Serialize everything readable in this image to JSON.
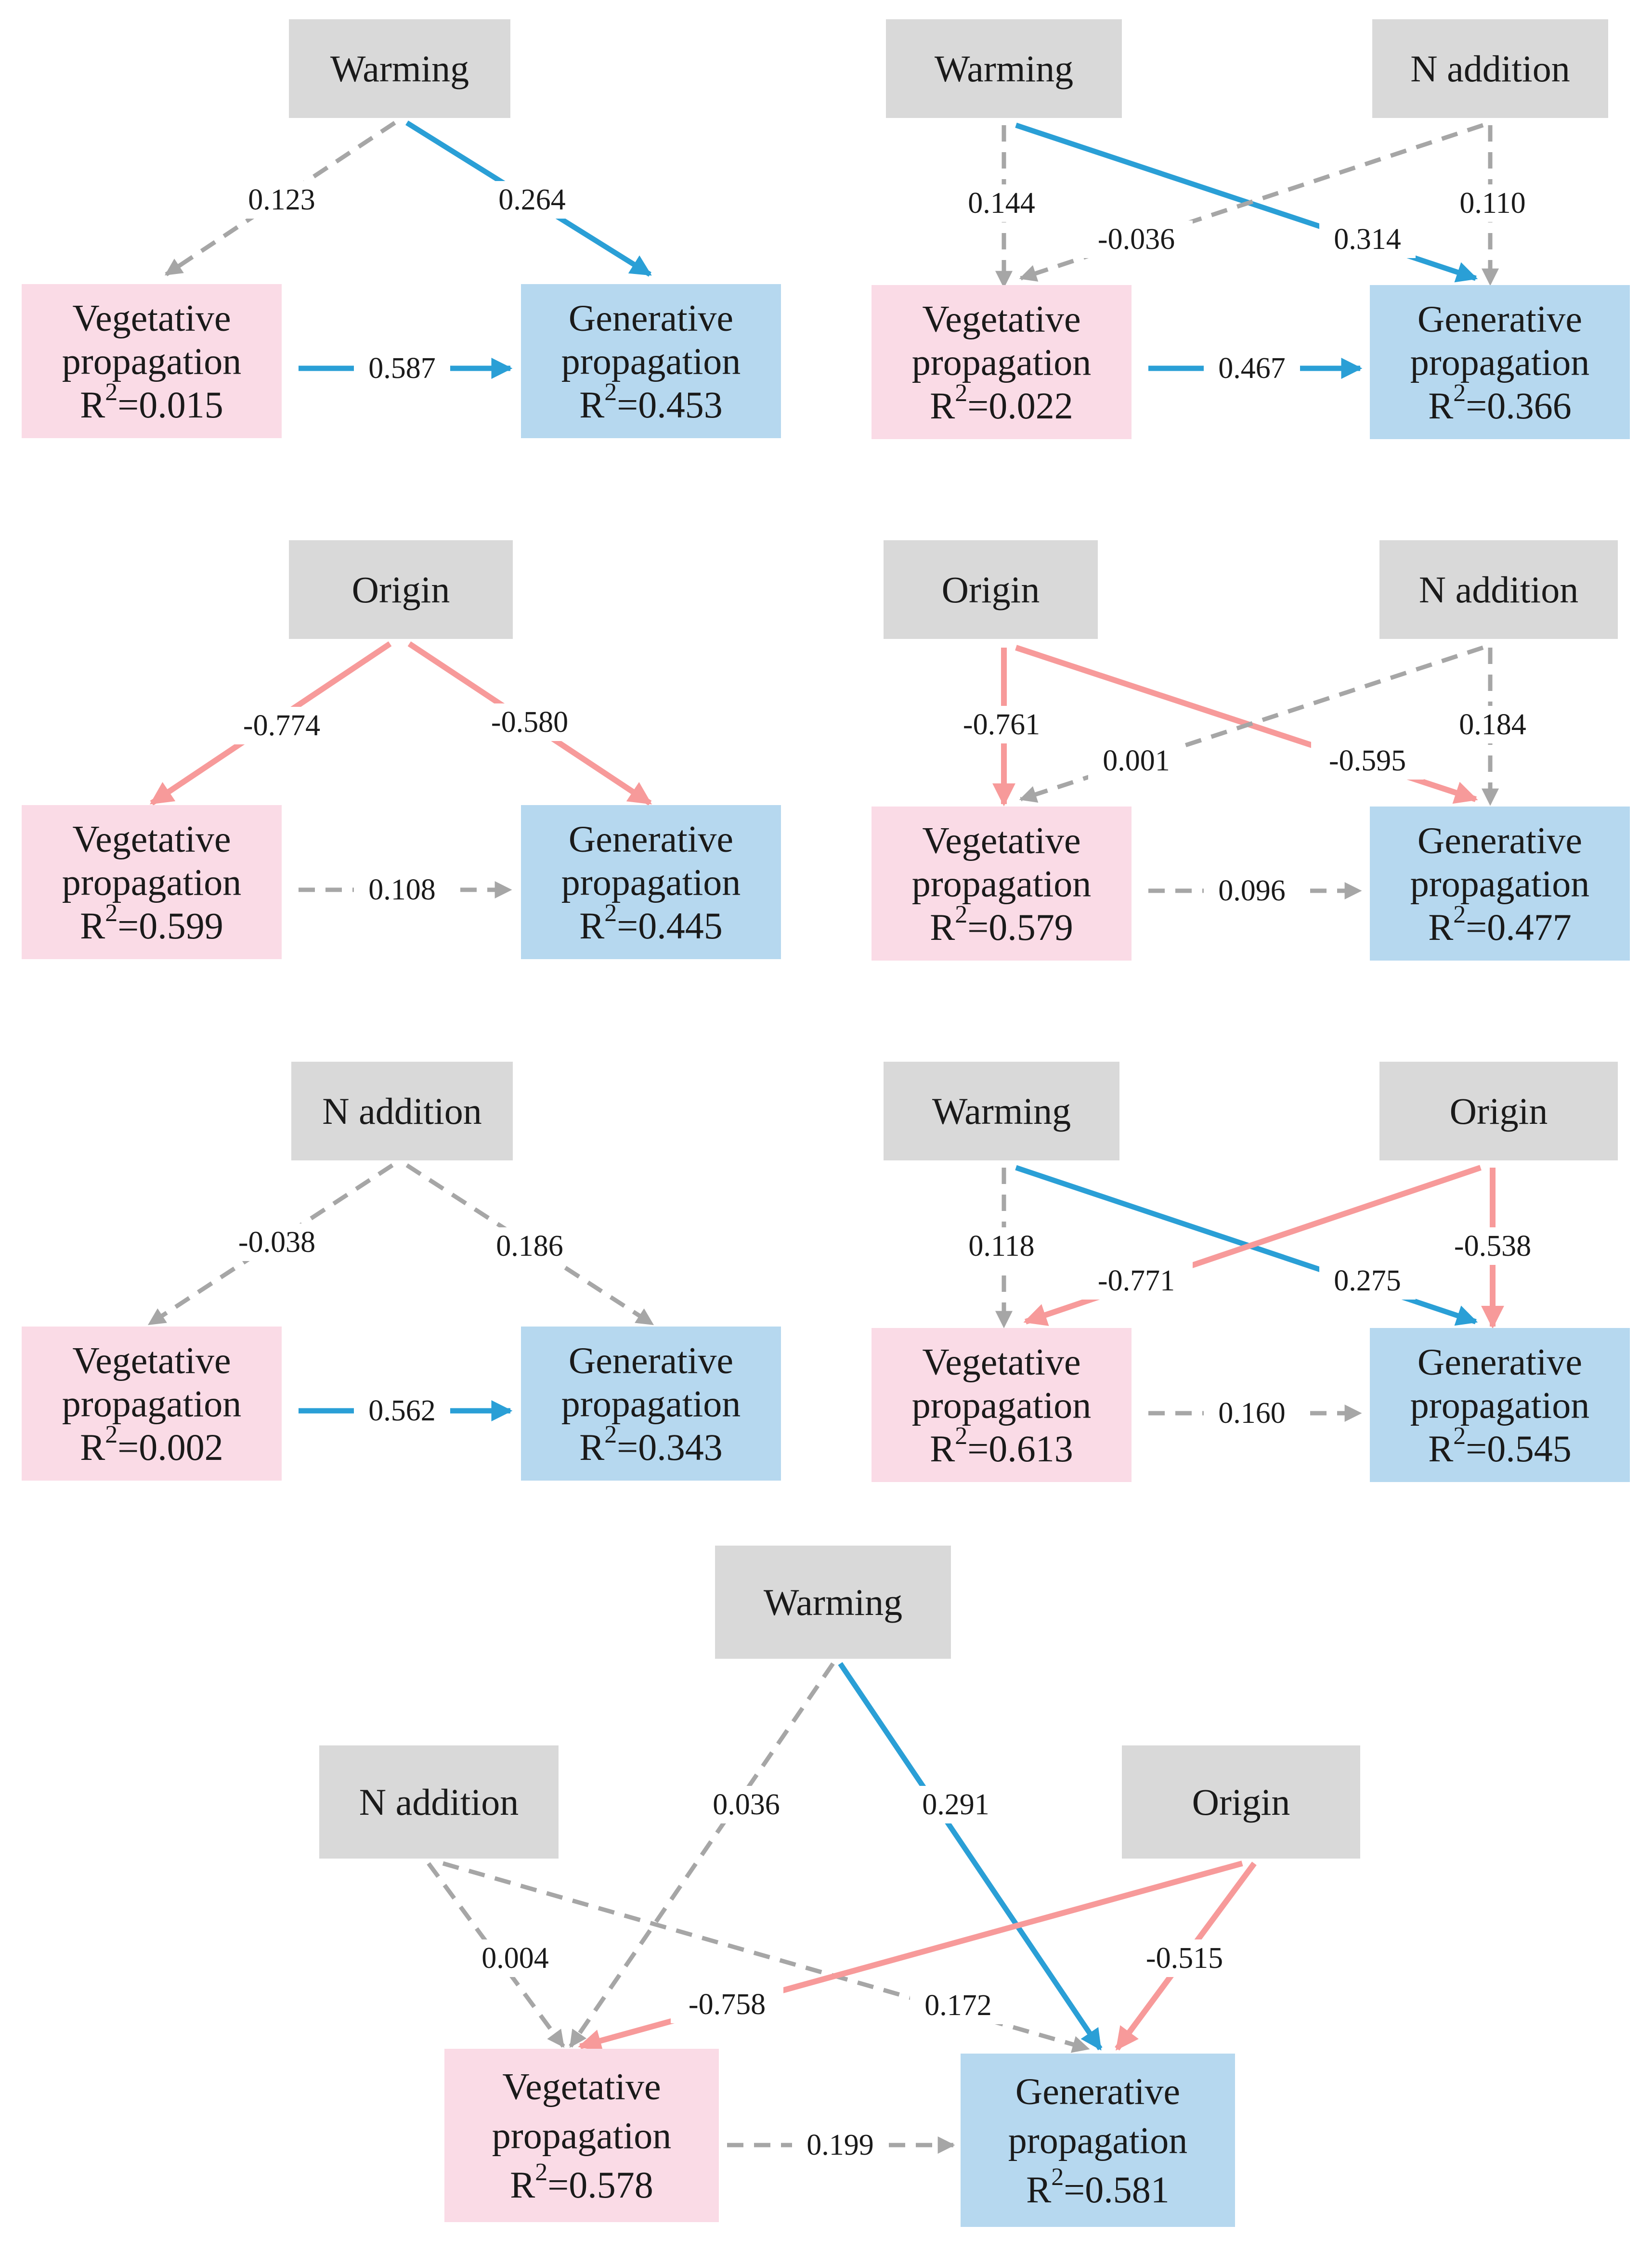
{
  "colors": {
    "positive": "#2a9fd6",
    "negative": "#f79a9a",
    "nonsignificant": "#a6a6a6",
    "driver_box": "#d9d9d9",
    "vegetative_box": "#fadbe6",
    "generative_box": "#b6d8ef"
  },
  "labels": {
    "warming": "Warming",
    "n_addition": "N addition",
    "origin": "Origin",
    "vegetative_line1": "Vegetative",
    "generative_line1": "Generative",
    "propagation": "propagation",
    "r2_prefix": "R",
    "r2_sup": "2"
  },
  "panels": [
    {
      "id": "p1",
      "r2_vegetative": "=0.015",
      "r2_generative": "=0.453",
      "paths": [
        {
          "from": "Warming",
          "to": "Vegetative propagation",
          "coef": "0.123",
          "sign": "nonsignificant"
        },
        {
          "from": "Warming",
          "to": "Generative propagation",
          "coef": "0.264",
          "sign": "positive"
        },
        {
          "from": "Vegetative propagation",
          "to": "Generative propagation",
          "coef": "0.587",
          "sign": "positive"
        }
      ]
    },
    {
      "id": "p2",
      "r2_vegetative": "=0.022",
      "r2_generative": "=0.366",
      "paths": [
        {
          "from": "Warming",
          "to": "Vegetative propagation",
          "coef": "0.144",
          "sign": "nonsignificant"
        },
        {
          "from": "Warming",
          "to": "Generative propagation",
          "coef": "0.314",
          "sign": "positive"
        },
        {
          "from": "N addition",
          "to": "Vegetative propagation",
          "coef": "-0.036",
          "sign": "nonsignificant"
        },
        {
          "from": "N addition",
          "to": "Generative propagation",
          "coef": "0.110",
          "sign": "nonsignificant"
        },
        {
          "from": "Vegetative propagation",
          "to": "Generative propagation",
          "coef": "0.467",
          "sign": "positive"
        }
      ]
    },
    {
      "id": "p3",
      "r2_vegetative": "=0.599",
      "r2_generative": "=0.445",
      "paths": [
        {
          "from": "Origin",
          "to": "Vegetative propagation",
          "coef": "-0.774",
          "sign": "negative"
        },
        {
          "from": "Origin",
          "to": "Generative propagation",
          "coef": "-0.580",
          "sign": "negative"
        },
        {
          "from": "Vegetative propagation",
          "to": "Generative propagation",
          "coef": "0.108",
          "sign": "nonsignificant"
        }
      ]
    },
    {
      "id": "p4",
      "r2_vegetative": "=0.579",
      "r2_generative": "=0.477",
      "paths": [
        {
          "from": "Origin",
          "to": "Vegetative propagation",
          "coef": "-0.761",
          "sign": "negative"
        },
        {
          "from": "Origin",
          "to": "Generative propagation",
          "coef": "-0.595",
          "sign": "negative"
        },
        {
          "from": "N addition",
          "to": "Vegetative propagation",
          "coef": "0.001",
          "sign": "nonsignificant"
        },
        {
          "from": "N addition",
          "to": "Generative propagation",
          "coef": "0.184",
          "sign": "nonsignificant"
        },
        {
          "from": "Vegetative propagation",
          "to": "Generative propagation",
          "coef": "0.096",
          "sign": "nonsignificant"
        }
      ]
    },
    {
      "id": "p5",
      "r2_vegetative": "=0.002",
      "r2_generative": "=0.343",
      "paths": [
        {
          "from": "N addition",
          "to": "Vegetative propagation",
          "coef": "-0.038",
          "sign": "nonsignificant"
        },
        {
          "from": "N addition",
          "to": "Generative propagation",
          "coef": "0.186",
          "sign": "nonsignificant"
        },
        {
          "from": "Vegetative propagation",
          "to": "Generative propagation",
          "coef": "0.562",
          "sign": "positive"
        }
      ]
    },
    {
      "id": "p6",
      "r2_vegetative": "=0.613",
      "r2_generative": "=0.545",
      "paths": [
        {
          "from": "Warming",
          "to": "Vegetative propagation",
          "coef": "0.118",
          "sign": "nonsignificant"
        },
        {
          "from": "Warming",
          "to": "Generative propagation",
          "coef": "0.275",
          "sign": "positive"
        },
        {
          "from": "Origin",
          "to": "Vegetative propagation",
          "coef": "-0.771",
          "sign": "negative"
        },
        {
          "from": "Origin",
          "to": "Generative propagation",
          "coef": "-0.538",
          "sign": "negative"
        },
        {
          "from": "Vegetative propagation",
          "to": "Generative propagation",
          "coef": "0.160",
          "sign": "nonsignificant"
        }
      ]
    },
    {
      "id": "p7",
      "r2_vegetative": "=0.578",
      "r2_generative": "=0.581",
      "paths": [
        {
          "from": "Warming",
          "to": "Vegetative propagation",
          "coef": "0.036",
          "sign": "nonsignificant"
        },
        {
          "from": "Warming",
          "to": "Generative propagation",
          "coef": "0.291",
          "sign": "positive"
        },
        {
          "from": "N addition",
          "to": "Vegetative propagation",
          "coef": "0.004",
          "sign": "nonsignificant"
        },
        {
          "from": "N addition",
          "to": "Generative propagation",
          "coef": "0.172",
          "sign": "nonsignificant"
        },
        {
          "from": "Origin",
          "to": "Vegetative propagation",
          "coef": "-0.758",
          "sign": "negative"
        },
        {
          "from": "Origin",
          "to": "Generative propagation",
          "coef": "-0.515",
          "sign": "negative"
        },
        {
          "from": "Vegetative propagation",
          "to": "Generative propagation",
          "coef": "0.199",
          "sign": "nonsignificant"
        }
      ]
    }
  ]
}
